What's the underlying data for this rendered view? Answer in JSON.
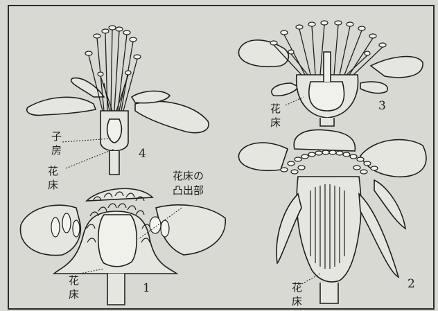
{
  "colors": {
    "background": "#d9d9d4",
    "ink": "#1e1e1c",
    "fill": "#e6e6e1"
  },
  "panels": [
    {
      "number": "1",
      "labels": [
        "花床",
        "花床の凸出部"
      ]
    },
    {
      "number": "2",
      "labels": [
        "花床"
      ]
    },
    {
      "number": "3",
      "labels": [
        "花床"
      ]
    },
    {
      "number": "4",
      "labels": [
        "子房",
        "花床"
      ]
    }
  ],
  "labels": {
    "p1_receptacle_top": "花",
    "p1_receptacle_bottom": "床",
    "p1_protrusion_line1": "花床の",
    "p1_protrusion_line2": "凸出部",
    "p2_receptacle_top": "花",
    "p2_receptacle_bottom": "床",
    "p3_receptacle_top": "花",
    "p3_receptacle_bottom": "床",
    "p4_ovary_top": "子",
    "p4_ovary_bottom": "房",
    "p4_receptacle_top": "花",
    "p4_receptacle_bottom": "床"
  },
  "numbers": {
    "n1": "1",
    "n2": "2",
    "n3": "3",
    "n4": "4"
  }
}
